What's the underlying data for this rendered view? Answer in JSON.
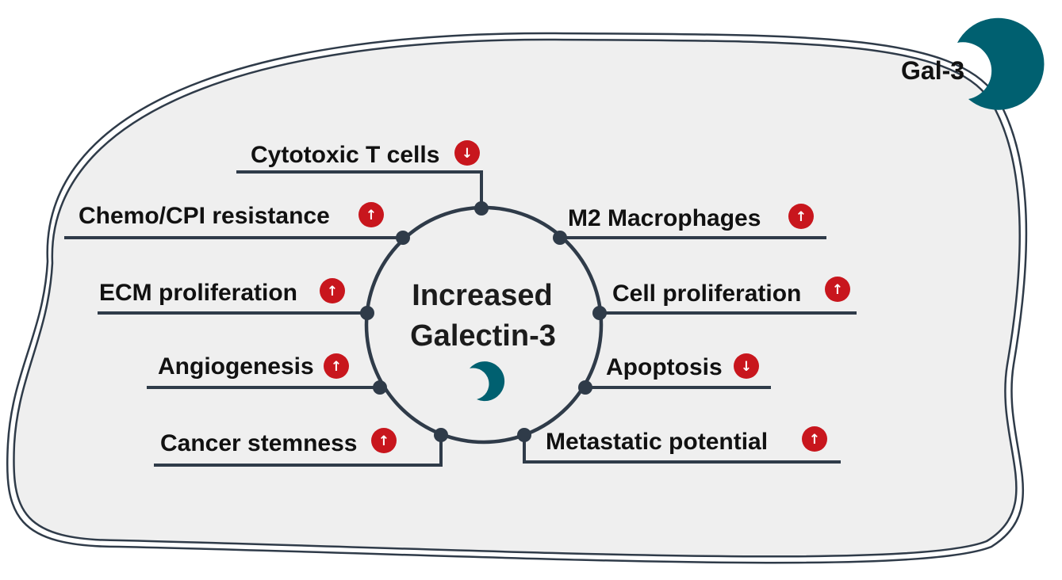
{
  "colors": {
    "cell_fill": "#efefef",
    "outline": "#2f3b49",
    "galectin": "#006070",
    "indicator_red": "#c8161d",
    "text": "#111111"
  },
  "legend": {
    "label": "Gal-3",
    "icon": "galectin-3-crescent-icon"
  },
  "center": {
    "line1": "Increased",
    "line2": "Galectin-3",
    "icon": "galectin-3-crescent-icon"
  },
  "effects": [
    {
      "id": "cytotoxic-t-cells",
      "label": "Cytotoxic T cells",
      "direction": "down",
      "arrow": "↓"
    },
    {
      "id": "chemo-cpi-resistance",
      "label": "Chemo/CPI resistance",
      "direction": "up",
      "arrow": "↑"
    },
    {
      "id": "ecm-proliferation",
      "label": "ECM proliferation",
      "direction": "up",
      "arrow": "↑"
    },
    {
      "id": "angiogenesis",
      "label": "Angiogenesis",
      "direction": "up",
      "arrow": "↑"
    },
    {
      "id": "cancer-stemness",
      "label": "Cancer stemness",
      "direction": "up",
      "arrow": "↑"
    },
    {
      "id": "m2-macrophages",
      "label": "M2 Macrophages",
      "direction": "up",
      "arrow": "↑"
    },
    {
      "id": "cell-proliferation",
      "label": "Cell proliferation",
      "direction": "up",
      "arrow": "↑"
    },
    {
      "id": "apoptosis",
      "label": "Apoptosis",
      "direction": "down",
      "arrow": "↓"
    },
    {
      "id": "metastatic-potential",
      "label": "Metastatic potential",
      "direction": "up",
      "arrow": "↑"
    }
  ]
}
